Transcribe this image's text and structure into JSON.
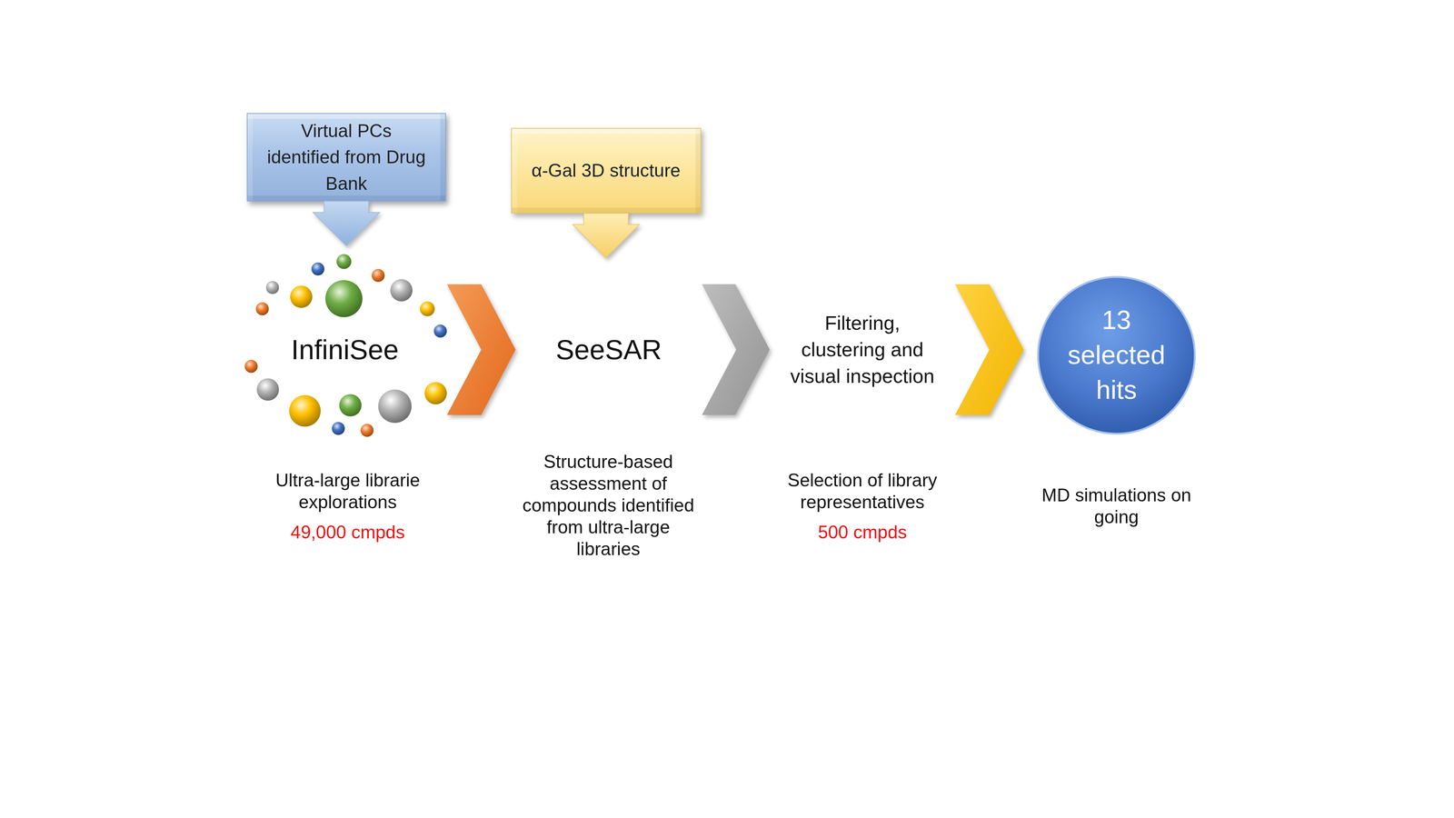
{
  "diagram": {
    "nodes": [
      {
        "text": [
          "Virtual PCs identified from Drug Bank"
        ]
      },
      {
        "text": [
          "α-Gal 3D structure"
        ]
      },
      {
        "text": [
          "InfiniSee"
        ]
      },
      {
        "text": [
          "SeeSAR"
        ]
      },
      {
        "text": [
          "Filtering, clustering and visual inspection"
        ]
      },
      {
        "text": [
          "13 selected hits"
        ]
      }
    ],
    "edges": [
      {
        "from": 0,
        "to": 2,
        "arrow": "to"
      },
      {
        "from": 1,
        "to": 3,
        "arrow": "to"
      },
      {
        "from": 2,
        "to": 3,
        "arrow": "to"
      },
      {
        "from": 3,
        "to": 4,
        "arrow": "to"
      },
      {
        "from": 4,
        "to": 5,
        "arrow": "to"
      }
    ],
    "labels": [
      "Ultra-large librarie explorations",
      "49,000 cmpds",
      "Structure-based assessment of compounds identified from ultra-large libraries",
      "Selection of library representatives",
      "500 cmpds",
      "MD simulations on going"
    ]
  }
}
